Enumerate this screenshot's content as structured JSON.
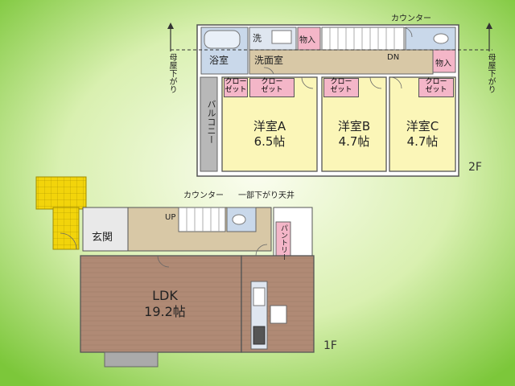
{
  "floors": {
    "second": {
      "label": "2F",
      "rooms": [
        {
          "name": "洋室A",
          "size": "6.5帖"
        },
        {
          "name": "洋室B",
          "size": "4.7帖"
        },
        {
          "name": "洋室C",
          "size": "4.7帖"
        }
      ],
      "wet": {
        "bath": "浴室",
        "washroom": "洗面室",
        "washer": "洗"
      },
      "storage": {
        "left": "物入",
        "right": "物入"
      },
      "closets": {
        "line1": "クロー",
        "line2": "ゼット"
      },
      "balcony": "バルコニー",
      "stairs_dn": "DN",
      "counter": "カウンター",
      "roof_left": "母屋下がり",
      "roof_right": "母屋下がり"
    },
    "first": {
      "label": "1F",
      "ldk": {
        "name": "LDK",
        "size": "19.2帖"
      },
      "entrance": "玄関",
      "pantry": "パントリー",
      "stairs_up": "UP",
      "counter": "カウンター",
      "ceiling": "一部下がり天井"
    }
  },
  "colors": {
    "background_center": "#f7fbe8",
    "background_edge": "#8fd14a",
    "bedroom": "#fbf6b8",
    "ldk": "#b08a75",
    "wet_area": "#c9d8ea",
    "corridor": "#d8c8a6",
    "balcony": "#b8b8b8",
    "closet": "#f4b6c8",
    "porch": "#f2d40b"
  }
}
